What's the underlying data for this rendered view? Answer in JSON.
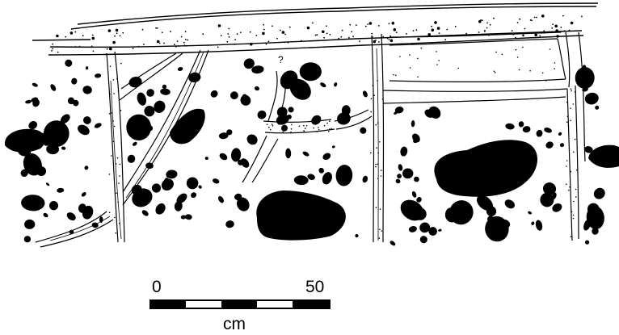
{
  "figure": {
    "question_mark": "?",
    "scale_bar": {
      "start_label": "0",
      "end_label": "50",
      "unit_label": "cm"
    }
  }
}
